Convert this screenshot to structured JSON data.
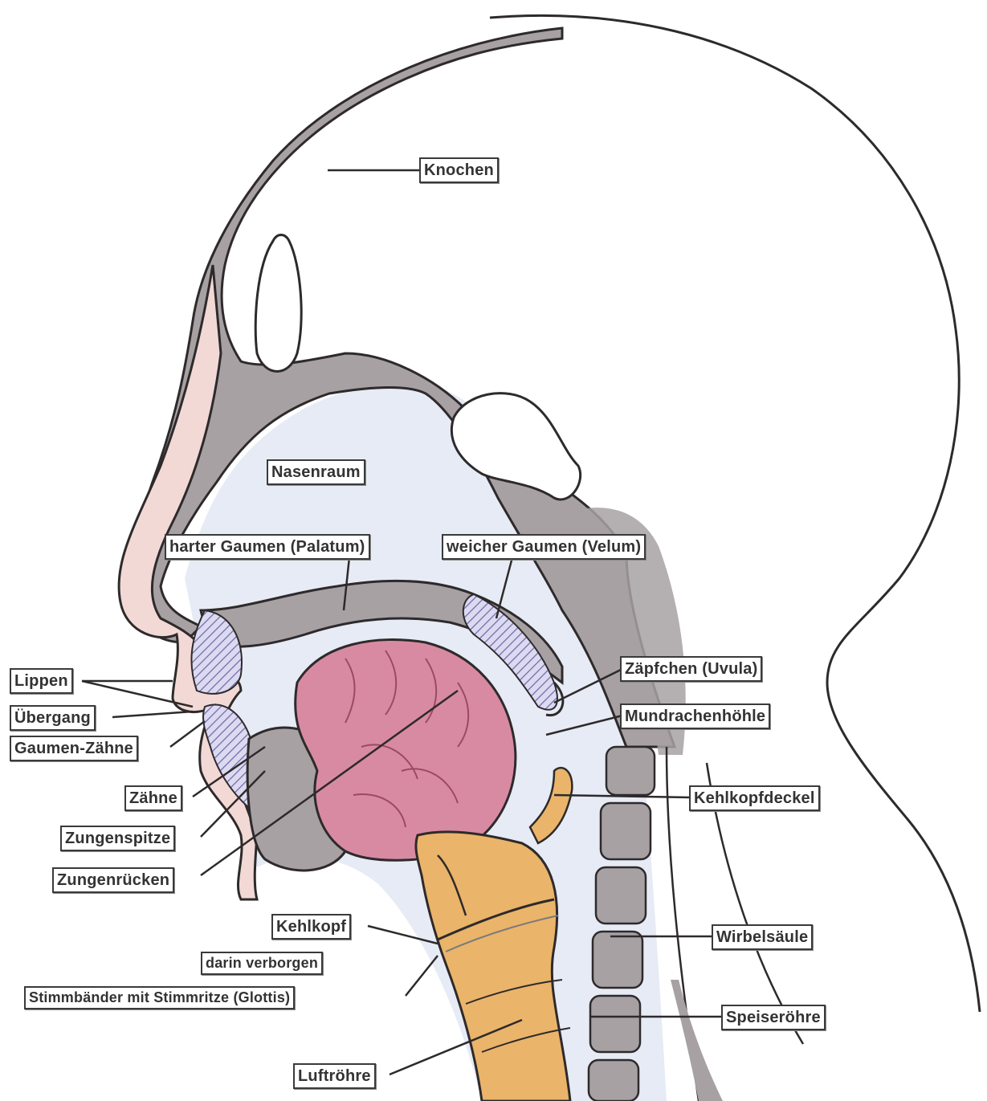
{
  "diagram": {
    "labels": {
      "knochen": "Knochen",
      "nasenraum": "Nasenraum",
      "harter_gaumen": "harter Gaumen (Palatum)",
      "weicher_gaumen": "weicher Gaumen (Velum)",
      "lippen": "Lippen",
      "uebergang": "Übergang",
      "gaumen_zaehne": "Gaumen-Zähne",
      "zaehne": "Zähne",
      "zungenspitze": "Zungenspitze",
      "zungenruecken": "Zungenrücken",
      "zaepfchen": "Zäpfchen (Uvula)",
      "mundrachenhoehle": "Mundrachenhöhle",
      "kehlkopfdeckel": "Kehlkopfdeckel",
      "kehlkopf": "Kehlkopf",
      "darin_verborgen": "darin verborgen",
      "stimmbaender": "Stimmbänder mit Stimmritze (Glottis)",
      "wirbelsaeule": "Wirbelsäule",
      "speiseroehre": "Speiseröhre",
      "luftroehre": "Luftröhre"
    },
    "colors": {
      "bone": "#a7a1a3",
      "skin": "#f2d9d6",
      "cavity": "#e6ebf5",
      "tongue": "#d98aa3",
      "larynx": "#eab46a",
      "outline": "#2e2a2b",
      "hatch": "#7c79b3"
    }
  }
}
